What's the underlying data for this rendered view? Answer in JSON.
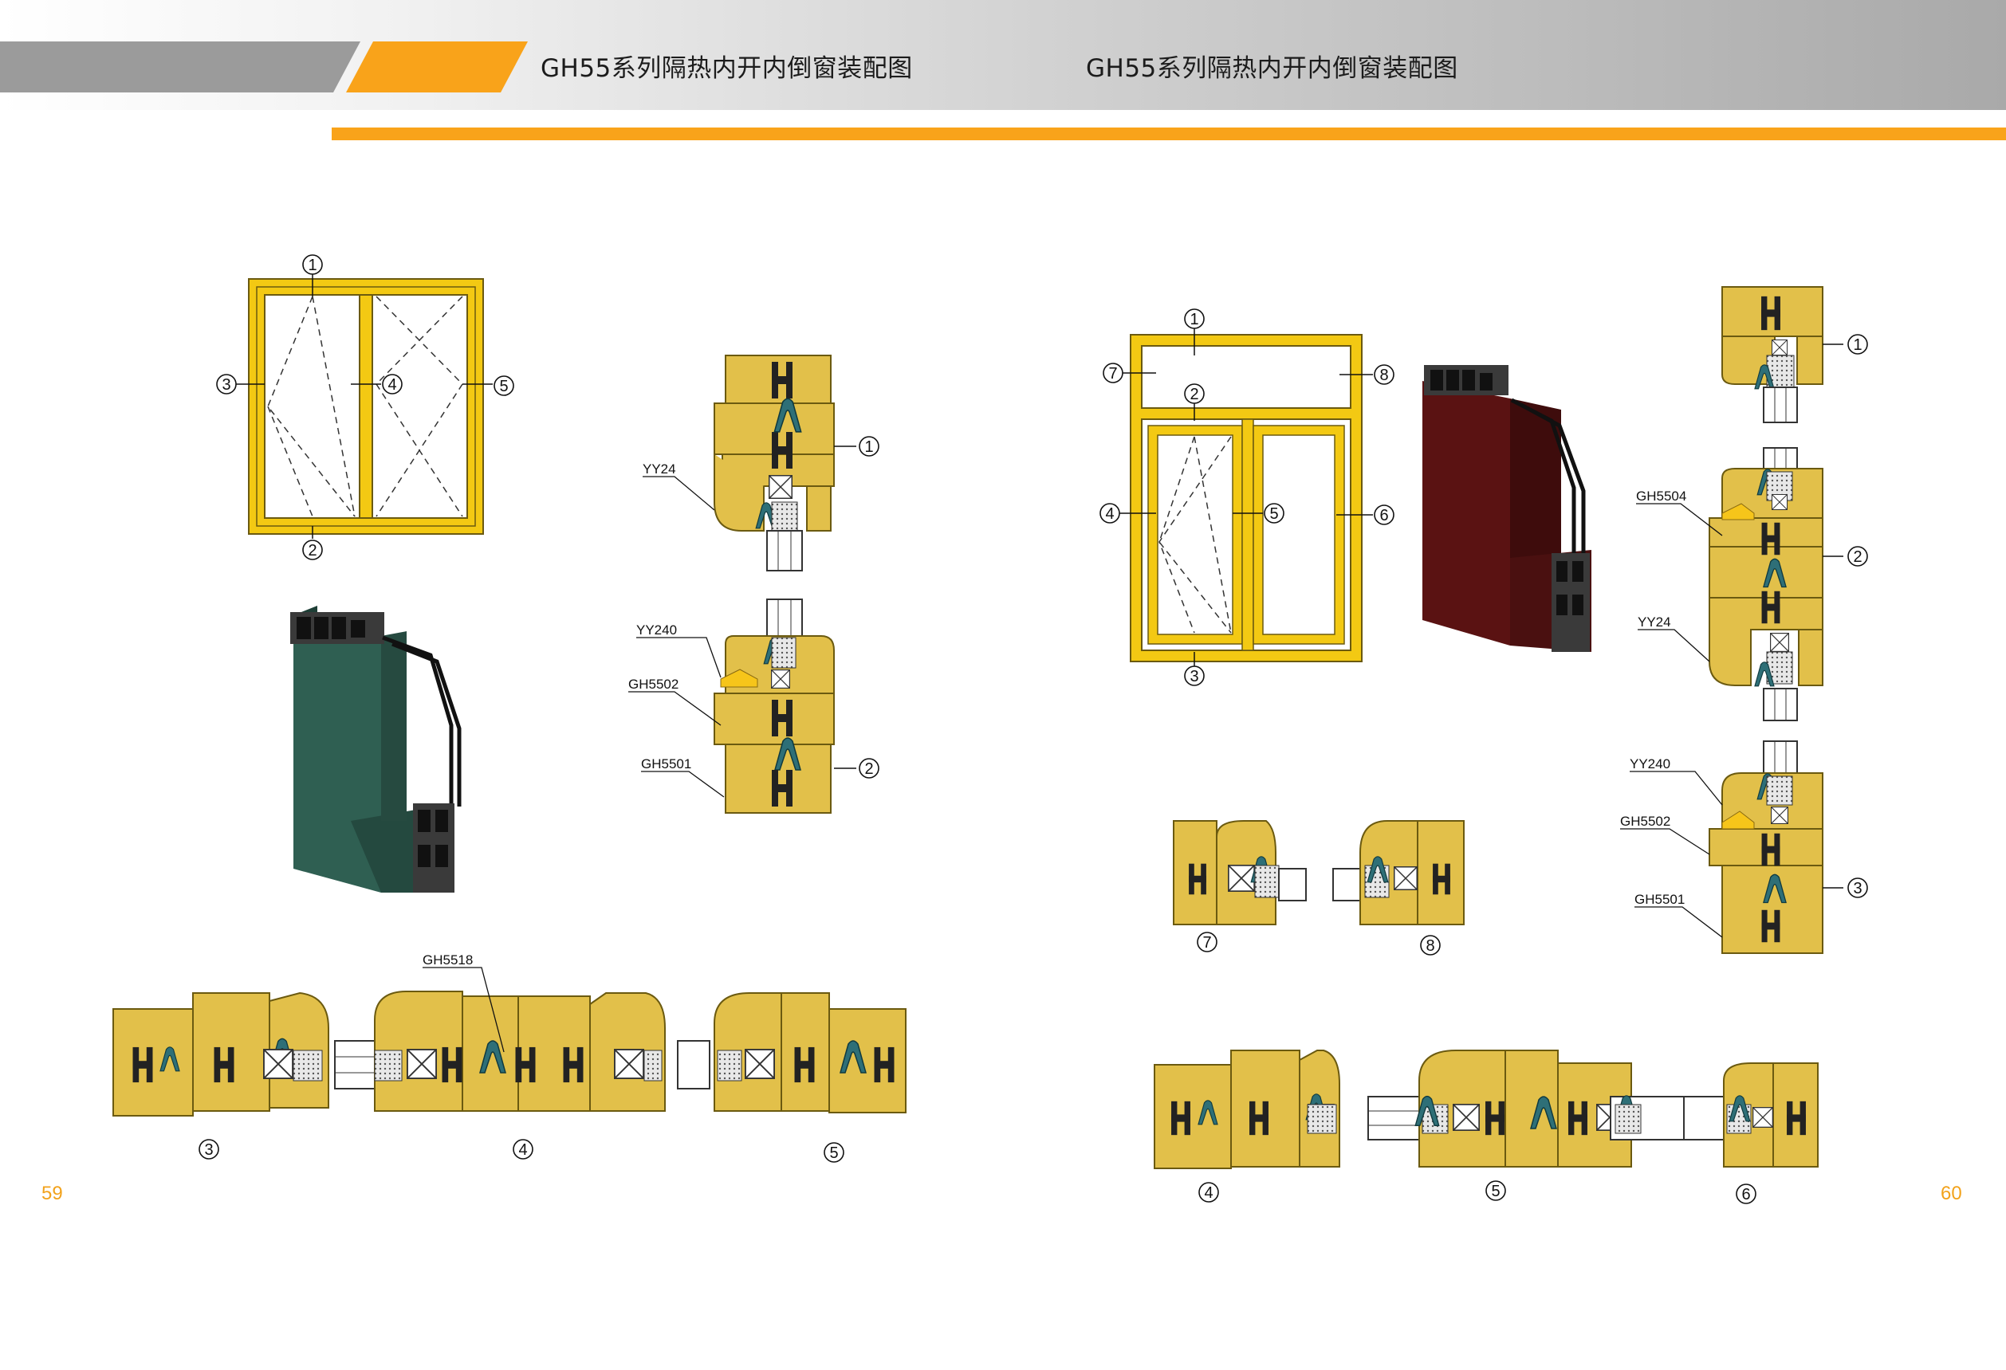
{
  "header": {
    "title_left": "GH55系列隔热内开内倒窗装配图",
    "title_right": "GH55系列隔热内开内倒窗装配图"
  },
  "page_numbers": {
    "left": "59",
    "right": "60"
  },
  "colors": {
    "accent_orange": "#f9a31a",
    "header_grey": "#9b9b9b",
    "frame_yellow": "#f3c913",
    "profile_yellow": "#e2c04a",
    "gasket_teal": "#2e6f77",
    "render_green": "#2f5f52",
    "render_maroon": "#5a1212"
  },
  "left_page": {
    "window_callouts": [
      "1",
      "2",
      "3",
      "4",
      "5"
    ],
    "section_right": {
      "callouts": [
        "1",
        "2"
      ],
      "part_labels": [
        "YY24",
        "YY240",
        "GH5502",
        "GH5501"
      ]
    },
    "section_bottom": {
      "callouts": [
        "3",
        "4",
        "5"
      ],
      "part_labels": [
        "GH5518"
      ]
    }
  },
  "right_page": {
    "window_callouts": [
      "1",
      "2",
      "3",
      "4",
      "5",
      "6",
      "7",
      "8"
    ],
    "section_right": {
      "callouts": [
        "1",
        "2",
        "3"
      ],
      "part_labels": [
        "GH5504",
        "YY24",
        "YY240",
        "GH5502",
        "GH5501"
      ]
    },
    "section_mid": {
      "callouts": [
        "7",
        "8"
      ]
    },
    "section_bottom": {
      "callouts": [
        "4",
        "5",
        "6"
      ]
    }
  }
}
